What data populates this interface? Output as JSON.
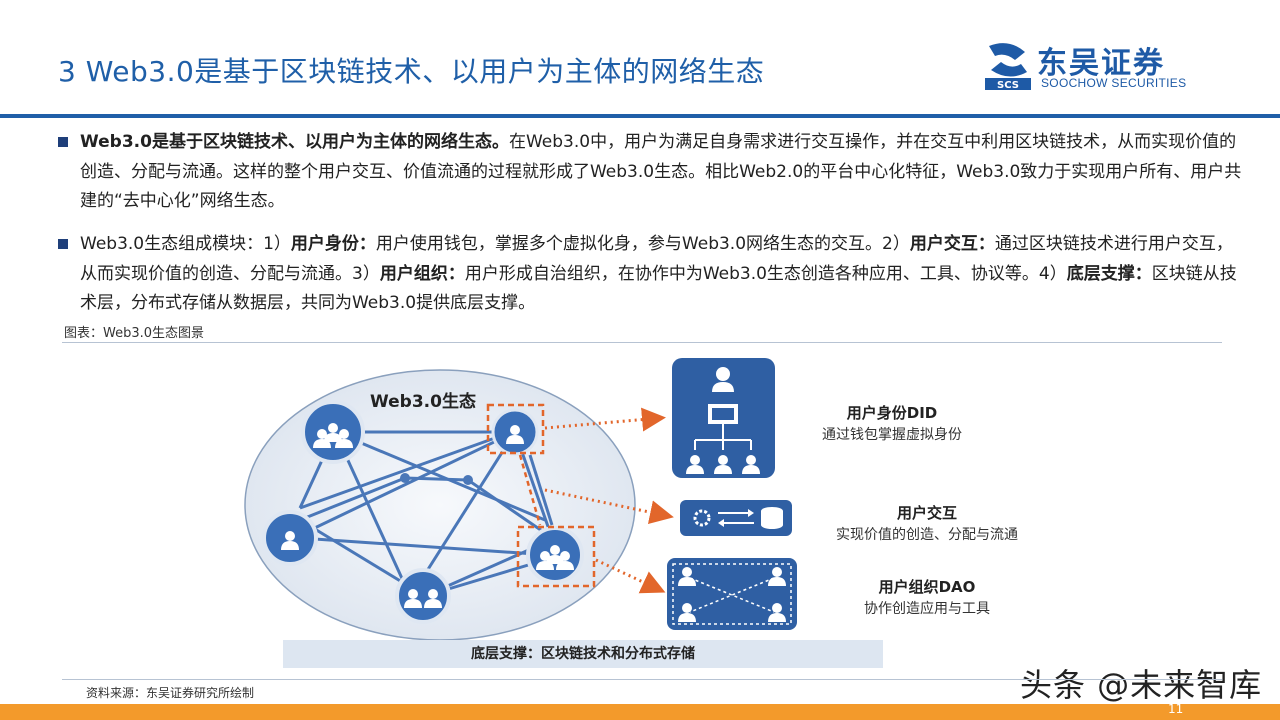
{
  "header": {
    "title": "3 Web3.0是基于区块链技术、以用户为主体的网络生态",
    "logo_cn": "东吴证券",
    "logo_en": "SOOCHOW SECURITIES",
    "logo_mark_text": "SCS"
  },
  "bullets": [
    {
      "parts": [
        {
          "bold": true,
          "text": "Web3.0是基于区块链技术、以用户为主体的网络生态。"
        },
        {
          "bold": false,
          "text": "在Web3.0中，用户为满足自身需求进行交互操作，并在交互中利用区块链技术，从而实现价值的创造、分配与流通。这样的整个用户交互、价值流通的过程就形成了Web3.0生态。相比Web2.0的平台中心化特征，Web3.0致力于实现用户所有、用户共建的“去中心化”网络生态。"
        }
      ]
    },
    {
      "parts": [
        {
          "bold": false,
          "text": "Web3.0生态组成模块：1）"
        },
        {
          "bold": true,
          "text": "用户身份："
        },
        {
          "bold": false,
          "text": "用户使用钱包，掌握多个虚拟化身，参与Web3.0网络生态的交互。2）"
        },
        {
          "bold": true,
          "text": "用户交互："
        },
        {
          "bold": false,
          "text": "通过区块链技术进行用户交互，从而实现价值的创造、分配与流通。3）"
        },
        {
          "bold": true,
          "text": "用户组织："
        },
        {
          "bold": false,
          "text": "用户形成自治组织，在协作中为Web3.0生态创造各种应用、工具、协议等。4）"
        },
        {
          "bold": true,
          "text": "底层支撑："
        },
        {
          "bold": false,
          "text": "区块链从技术层，分布式存储从数据层，共同为Web3.0提供底层支撑。"
        }
      ]
    }
  ],
  "figure": {
    "caption": "图表：Web3.0生态图景",
    "ellipse_label": "Web3.0生态",
    "items": [
      {
        "title": "用户身份DID",
        "subtitle": "通过钱包掌握虚拟身份"
      },
      {
        "title": "用户交互",
        "subtitle": "实现价值的创造、分配与流通"
      },
      {
        "title": "用户组织DAO",
        "subtitle": "协作创造应用与工具"
      }
    ],
    "base_label": "底层支撑：区块链技术和分布式存储"
  },
  "footer": {
    "source": "资料来源：东吴证券研究所绘制",
    "page_number": "11",
    "watermark": "头条 @未来智库"
  },
  "colors": {
    "brand_blue": "#1f5fa8",
    "node_blue": "#3a6fb8",
    "dashed_orange": "#e2662b",
    "bottom_bar": "#f39a2b"
  }
}
